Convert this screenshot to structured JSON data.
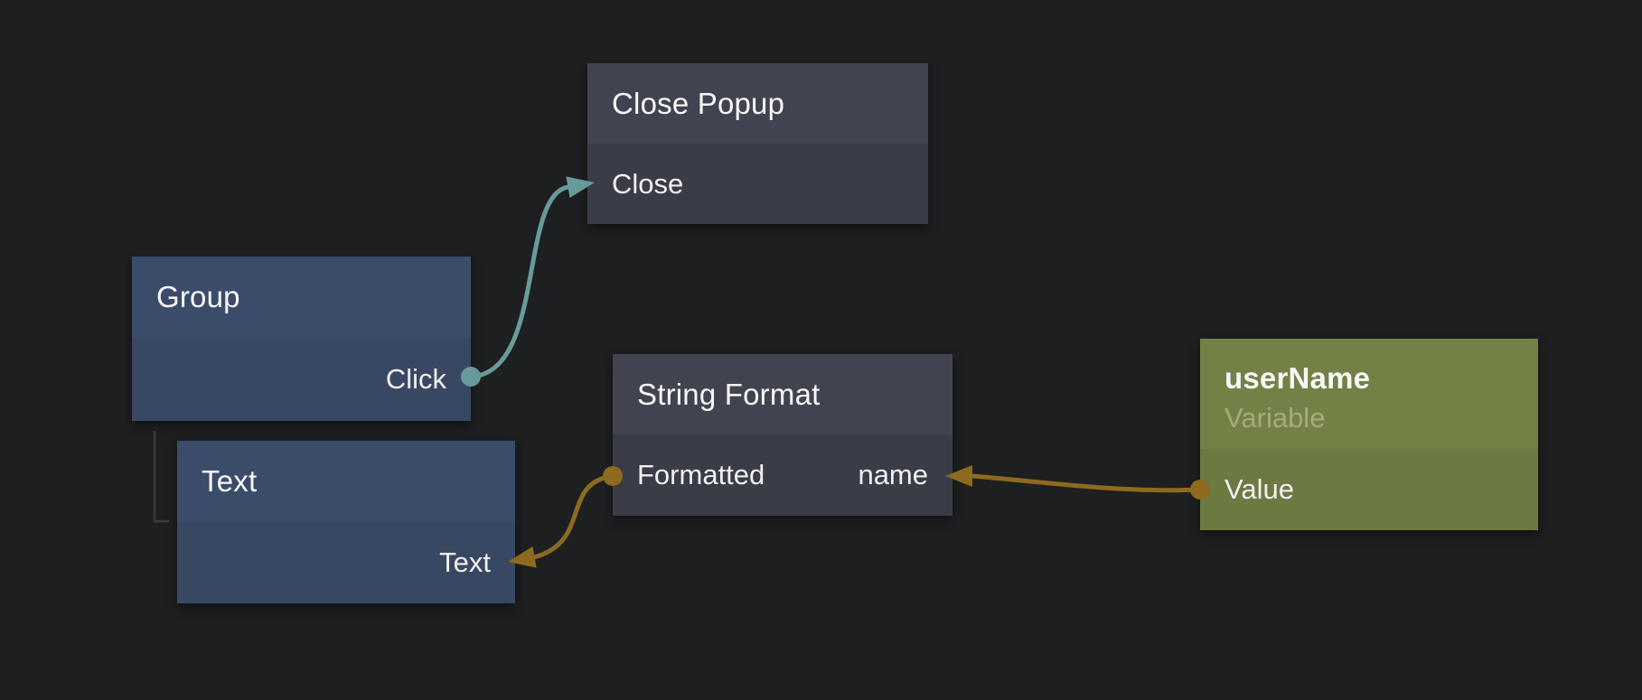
{
  "canvas": {
    "background_color": "#1e1f20"
  },
  "nodes": {
    "close_popup": {
      "title": "Close Popup",
      "port_close": "Close"
    },
    "group": {
      "title": "Group",
      "port_click": "Click"
    },
    "text": {
      "title": "Text",
      "port_text": "Text"
    },
    "string_format": {
      "title": "String Format",
      "port_formatted": "Formatted",
      "port_name": "name"
    },
    "user_name": {
      "title": "userName",
      "subtitle": "Variable",
      "port_value": "Value"
    }
  },
  "connections": [
    {
      "from_node": "Group",
      "from_port": "Click",
      "to_node": "Close Popup",
      "to_port": "Close",
      "color": "#699a9a"
    },
    {
      "from_node": "String Format",
      "from_port": "Formatted",
      "to_node": "Text",
      "to_port": "Text",
      "color": "#8d6a1f"
    },
    {
      "from_node": "userName",
      "from_port": "Value",
      "to_node": "String Format",
      "to_port": "name",
      "color": "#8d6a1f"
    }
  ],
  "palette": {
    "action_node_header": "#414450",
    "action_node_body": "#3a3d48",
    "element_node_header": "#3b4c6b",
    "element_node_body": "#394862",
    "variable_node_header": "#738147",
    "variable_node_body": "#6c7941",
    "hierarchy_line": "#3c3c3c"
  }
}
